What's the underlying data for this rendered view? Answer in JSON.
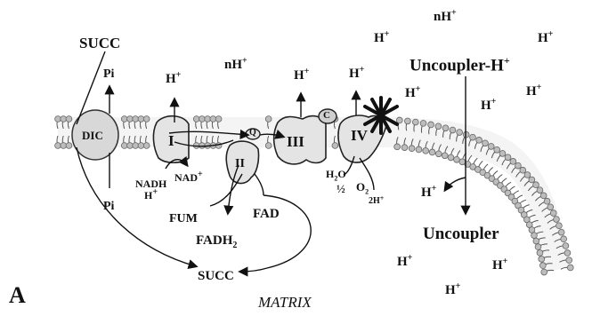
{
  "labels": {
    "succ_top": "SUCC",
    "succ_bottom": "SUCC",
    "pi_top": "Pi",
    "pi_bottom": "Pi",
    "dic": "DIC",
    "complex_1": "I",
    "complex_2": "II",
    "complex_3": "III",
    "complex_4": "IV",
    "cytochrome_c": "C",
    "ubiquinone": "Q",
    "nadh": "NADH",
    "nad": "NAD",
    "nad_charge": "+",
    "fum": "FUM",
    "fad": "FAD",
    "fadh": "FADH",
    "fadh_sub": "2",
    "h2o_h": "H",
    "h2o_sub": "2",
    "h2o_o": "O",
    "half": "½",
    "o2_o": "O",
    "o2_sub": "2",
    "two_h": "2H",
    "two_h_charge": "+",
    "uncoupler_h": "Uncoupler-H",
    "uncoupler_h_charge": "+",
    "uncoupler": "Uncoupler",
    "matrix": "MATRIX",
    "panel": "A",
    "n_prefix": "nH",
    "h": "H",
    "plus": "+"
  },
  "colors": {
    "ink": "#111111",
    "membrane_head": "#bdbdbd",
    "protein_fill": "#e4e4e4",
    "dic_fill": "#d8d8d8"
  },
  "icons": [
    "star-burst-icon",
    "arrow-icon"
  ]
}
